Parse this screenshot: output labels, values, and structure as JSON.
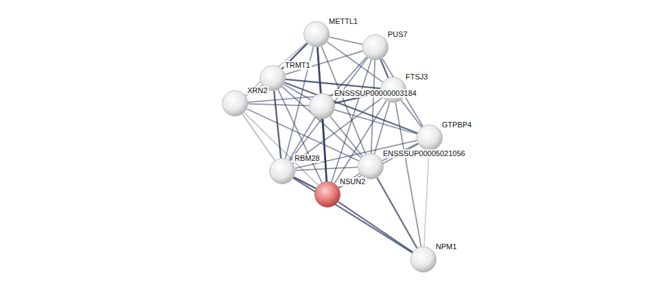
{
  "diagram": {
    "nodes": [
      {
        "text": [
          "METTL1"
        ]
      },
      {
        "text": [
          "PUS7"
        ]
      },
      {
        "text": [
          "TRMT1"
        ]
      },
      {
        "text": [
          "FTSJ3"
        ]
      },
      {
        "text": [
          "XRN2"
        ]
      },
      {
        "text": [
          "ENSSSUP00000003184"
        ]
      },
      {
        "text": [
          "GTPBP4"
        ]
      },
      {
        "text": [
          "ENSSSUP00005021056"
        ]
      },
      {
        "text": [
          "RBM28"
        ]
      },
      {
        "text": [
          "NSUN2"
        ]
      },
      {
        "text": [
          "NPM1"
        ]
      }
    ],
    "edges": [
      {
        "from": 9,
        "to": 10,
        "arrow": "none"
      },
      {
        "from": 9,
        "to": 6,
        "arrow": "none"
      },
      {
        "from": 9,
        "to": 0,
        "arrow": "none"
      },
      {
        "from": 9,
        "to": 2,
        "arrow": "none"
      },
      {
        "from": 9,
        "to": 4,
        "arrow": "none"
      },
      {
        "from": 9,
        "to": 5,
        "arrow": "none"
      },
      {
        "from": 9,
        "to": 1,
        "arrow": "none"
      },
      {
        "from": 9,
        "to": 3,
        "arrow": "none"
      },
      {
        "from": 9,
        "to": 8,
        "arrow": "none"
      },
      {
        "from": 9,
        "to": 7,
        "arrow": "none"
      },
      {
        "from": 10,
        "to": 8,
        "arrow": "none"
      },
      {
        "from": 10,
        "to": 7,
        "arrow": "none"
      },
      {
        "from": 10,
        "to": 6,
        "arrow": "none"
      },
      {
        "from": 10,
        "to": 3,
        "arrow": "none"
      },
      {
        "from": 0,
        "to": 1,
        "arrow": "none"
      },
      {
        "from": 0,
        "to": 2,
        "arrow": "none"
      },
      {
        "from": 0,
        "to": 5,
        "arrow": "none"
      },
      {
        "from": 0,
        "to": 3,
        "arrow": "none"
      },
      {
        "from": 0,
        "to": 8,
        "arrow": "none"
      },
      {
        "from": 0,
        "to": 7,
        "arrow": "none"
      },
      {
        "from": 0,
        "to": 4,
        "arrow": "none"
      },
      {
        "from": 1,
        "to": 2,
        "arrow": "none"
      },
      {
        "from": 1,
        "to": 3,
        "arrow": "none"
      },
      {
        "from": 1,
        "to": 5,
        "arrow": "none"
      },
      {
        "from": 1,
        "to": 6,
        "arrow": "none"
      },
      {
        "from": 1,
        "to": 8,
        "arrow": "none"
      },
      {
        "from": 1,
        "to": 7,
        "arrow": "none"
      },
      {
        "from": 2,
        "to": 4,
        "arrow": "none"
      },
      {
        "from": 2,
        "to": 5,
        "arrow": "none"
      },
      {
        "from": 2,
        "to": 3,
        "arrow": "none"
      },
      {
        "from": 2,
        "to": 6,
        "arrow": "none"
      },
      {
        "from": 2,
        "to": 8,
        "arrow": "none"
      },
      {
        "from": 2,
        "to": 7,
        "arrow": "none"
      },
      {
        "from": 4,
        "to": 5,
        "arrow": "none"
      },
      {
        "from": 4,
        "to": 3,
        "arrow": "none"
      },
      {
        "from": 4,
        "to": 8,
        "arrow": "none"
      },
      {
        "from": 4,
        "to": 7,
        "arrow": "none"
      },
      {
        "from": 5,
        "to": 3,
        "arrow": "none"
      },
      {
        "from": 5,
        "to": 6,
        "arrow": "none"
      },
      {
        "from": 5,
        "to": 8,
        "arrow": "none"
      },
      {
        "from": 5,
        "to": 7,
        "arrow": "none"
      },
      {
        "from": 3,
        "to": 6,
        "arrow": "none"
      },
      {
        "from": 3,
        "to": 8,
        "arrow": "none"
      },
      {
        "from": 3,
        "to": 7,
        "arrow": "none"
      },
      {
        "from": 6,
        "to": 7,
        "arrow": "none"
      },
      {
        "from": 6,
        "to": 8,
        "arrow": "none"
      },
      {
        "from": 8,
        "to": 7,
        "arrow": "none"
      }
    ]
  }
}
